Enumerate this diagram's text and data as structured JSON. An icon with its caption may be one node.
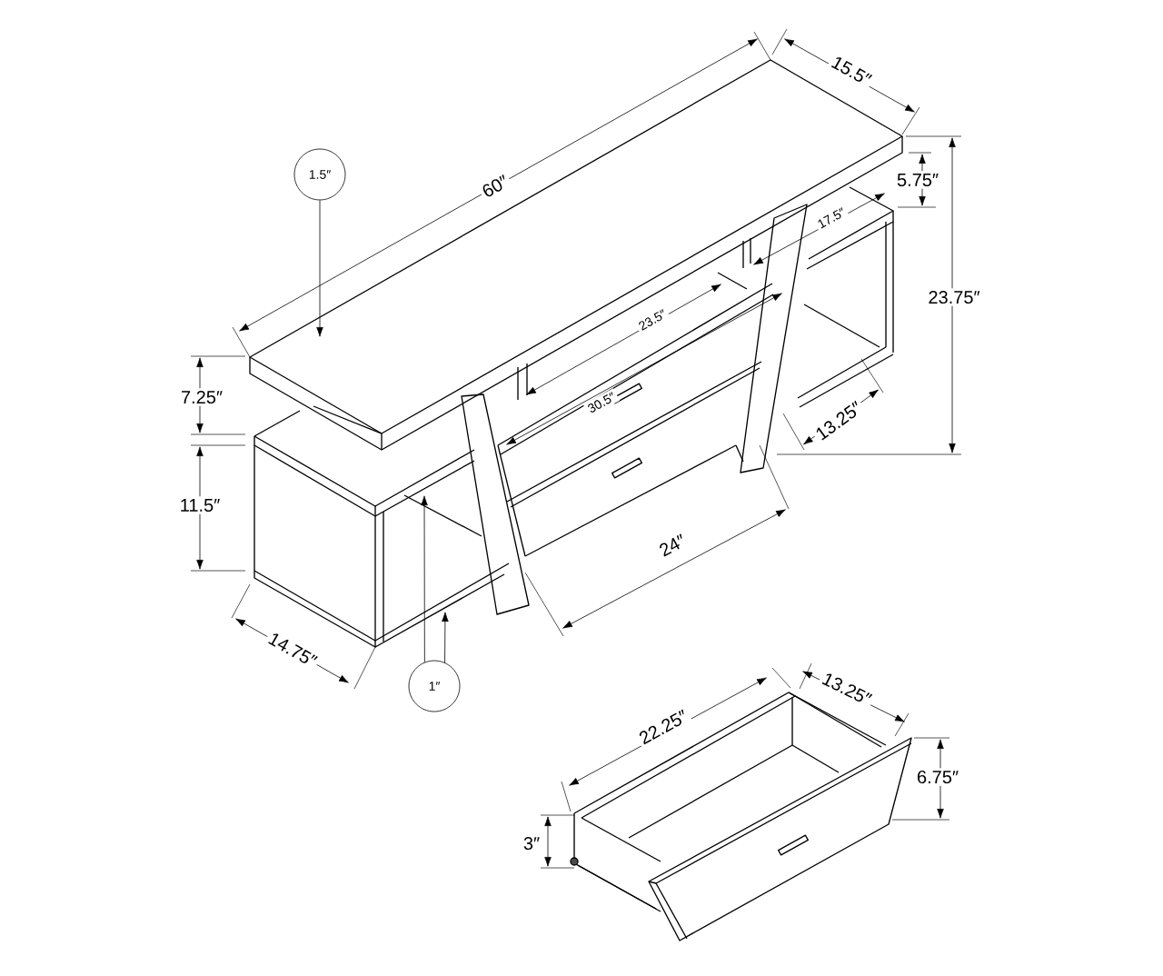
{
  "diagram": {
    "nodes": [
      {
        "text": [
          "1.5″"
        ]
      },
      {
        "text": [
          "1″"
        ]
      }
    ],
    "edges": [
      {
        "from": 0,
        "to": null,
        "arrow": "to"
      },
      {
        "from": 1,
        "to": null,
        "arrow": "to"
      },
      {
        "from": 1,
        "to": null,
        "arrow": "to"
      }
    ],
    "labels": [
      "60″",
      "15.5″",
      "5.75″",
      "17.5″",
      "23.75″",
      "23.5″",
      "30.5″",
      "7.25″",
      "13.25″",
      "11.5″",
      "24″",
      "14.75″",
      "22.25″",
      "13.25″",
      "6.75″",
      "3″"
    ]
  }
}
